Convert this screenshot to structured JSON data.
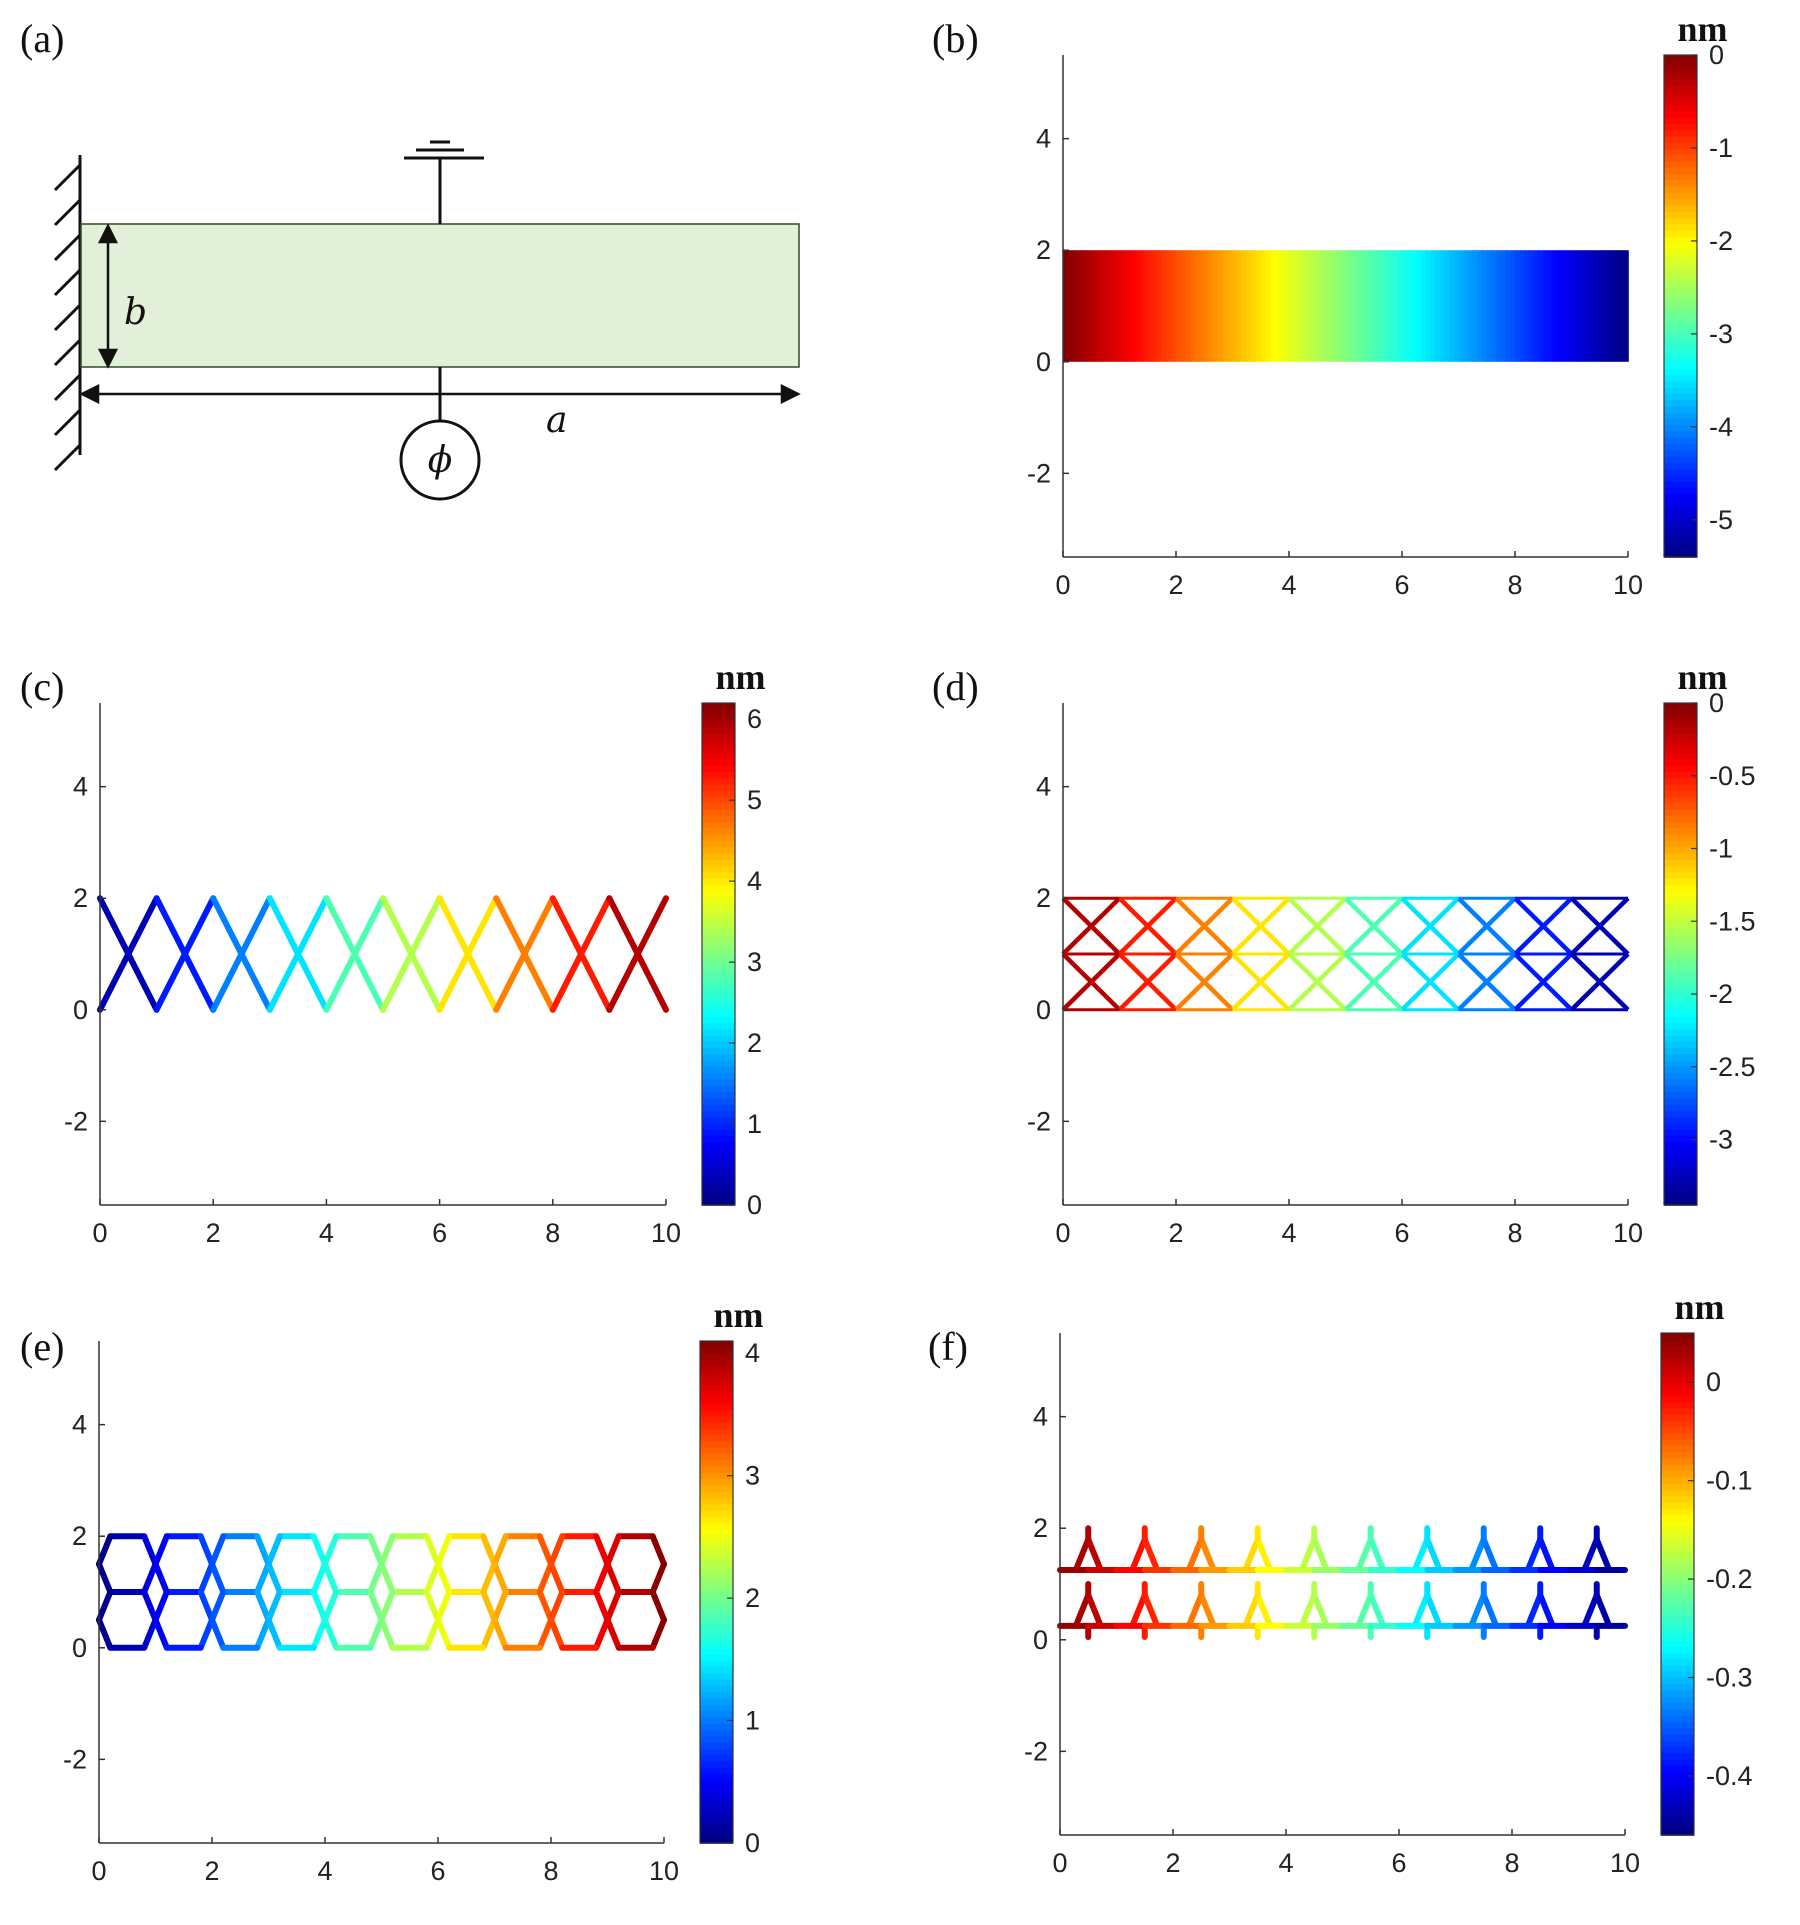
{
  "figure": {
    "schematic": {
      "label": "(a)",
      "height_symbol": "b",
      "length_symbol": "a",
      "potential_symbol": "ϕ",
      "beam_color": "#e2efd9",
      "beam_edge_color": "#2e4d20"
    },
    "colormap": "jet",
    "unit_label": "nm",
    "panels": [
      {
        "id": "b",
        "label": "(b)",
        "structure": "solid-beam",
        "x_ticks": [
          0,
          2,
          4,
          6,
          8,
          10
        ],
        "y_ticks": [
          -2,
          0,
          2,
          4
        ],
        "x_range": [
          0,
          10
        ],
        "y_range": [
          -3.5,
          5.5
        ],
        "colorbar": {
          "unit": "nm",
          "range": [
            -5.4,
            0
          ],
          "ticks": [
            0,
            -1,
            -2,
            -3,
            -4,
            -5
          ]
        },
        "color_direction": "high-at-left"
      },
      {
        "id": "c",
        "label": "(c)",
        "structure": "diamond-lattice",
        "x_ticks": [
          0,
          2,
          4,
          6,
          8,
          10
        ],
        "y_ticks": [
          -2,
          0,
          2,
          4
        ],
        "x_range": [
          0,
          10
        ],
        "y_range": [
          -3.5,
          5.5
        ],
        "colorbar": {
          "unit": "nm",
          "range": [
            0,
            6.2
          ],
          "ticks": [
            6,
            5,
            4,
            3,
            2,
            1,
            0
          ]
        },
        "color_direction": "high-at-right"
      },
      {
        "id": "d",
        "label": "(d)",
        "structure": "cross-braced-truss",
        "x_ticks": [
          0,
          2,
          4,
          6,
          8,
          10
        ],
        "y_ticks": [
          -2,
          0,
          2,
          4
        ],
        "x_range": [
          0,
          10
        ],
        "y_range": [
          -3.5,
          5.5
        ],
        "colorbar": {
          "unit": "nm",
          "range": [
            -3.45,
            0
          ],
          "ticks": [
            0,
            -0.5,
            -1,
            -1.5,
            -2,
            -2.5,
            -3
          ]
        },
        "color_direction": "high-at-left"
      },
      {
        "id": "e",
        "label": "(e)",
        "structure": "hexagonal-lattice",
        "x_ticks": [
          0,
          2,
          4,
          6,
          8,
          10
        ],
        "y_ticks": [
          -2,
          0,
          2,
          4
        ],
        "x_range": [
          0,
          10
        ],
        "y_range": [
          -3.5,
          5.5
        ],
        "colorbar": {
          "unit": "nm",
          "range": [
            0,
            4.1
          ],
          "ticks": [
            4,
            3,
            2,
            1,
            0
          ]
        },
        "color_direction": "high-at-right"
      },
      {
        "id": "f",
        "label": "(f)",
        "structure": "triangular-lattice",
        "x_ticks": [
          0,
          2,
          4,
          6,
          8,
          10
        ],
        "y_ticks": [
          -2,
          0,
          2,
          4
        ],
        "x_range": [
          0,
          10
        ],
        "y_range": [
          -3.5,
          5.5
        ],
        "colorbar": {
          "unit": "nm",
          "range": [
            -0.46,
            0.05
          ],
          "ticks": [
            0,
            -0.1,
            -0.2,
            -0.3,
            -0.4
          ]
        },
        "color_direction": "high-at-left"
      }
    ]
  }
}
